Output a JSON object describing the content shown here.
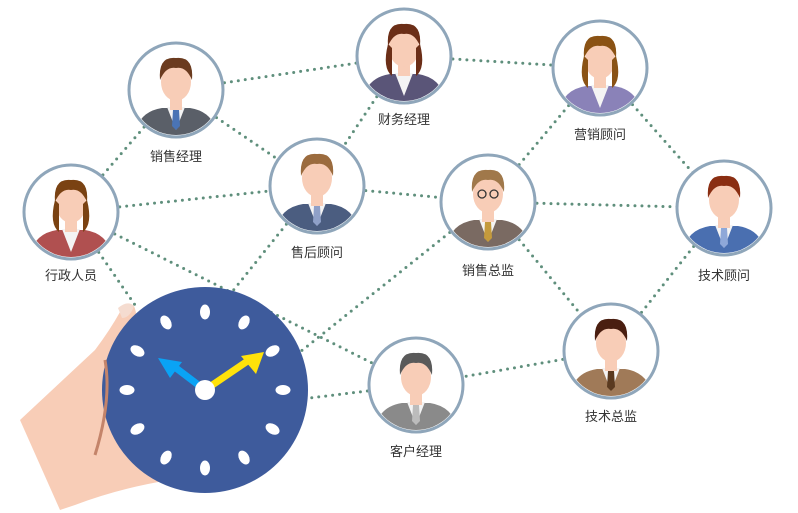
{
  "colors": {
    "edge": "#5f8f7c",
    "ring": "#8fa6ba",
    "clock": "#3e5b9c",
    "hand_hour": "#0aa3f5",
    "hand_minute": "#ffe20a",
    "skin": "#f8cdb7"
  },
  "roles": [
    {
      "id": "sales-manager",
      "label": "销售经理",
      "hair": "#6b3b1f",
      "suit": "#5a5f68",
      "tie": "#4a74b5"
    },
    {
      "id": "finance-manager",
      "label": "财务经理",
      "hair": "#6b2e17",
      "suit": "#5a5578",
      "tie": ""
    },
    {
      "id": "marketing-consultant",
      "label": "营销顾问",
      "hair": "#8a5214",
      "suit": "#8a82b8",
      "tie": ""
    },
    {
      "id": "admin-staff",
      "label": "行政人员",
      "hair": "#7a4212",
      "suit": "#b05050",
      "tie": ""
    },
    {
      "id": "after-sales-consultant",
      "label": "售后顾问",
      "hair": "#9b6b3e",
      "suit": "#4b5d80",
      "tie": "#8fa0c8"
    },
    {
      "id": "sales-director",
      "label": "销售总监",
      "hair": "#a0784a",
      "suit": "#7a6a62",
      "tie": "#c49a3c"
    },
    {
      "id": "technical-consultant",
      "label": "技术顾问",
      "hair": "#8a2e12",
      "suit": "#4a6fb0",
      "tie": "#8fa8d8"
    },
    {
      "id": "technical-director",
      "label": "技术总监",
      "hair": "#4a1e10",
      "suit": "#a07a58",
      "tie": "#5a3a20"
    },
    {
      "id": "account-manager",
      "label": "客户经理",
      "hair": "#5a5a5a",
      "suit": "#8a8a8a",
      "tie": "#bcbcbc"
    }
  ]
}
